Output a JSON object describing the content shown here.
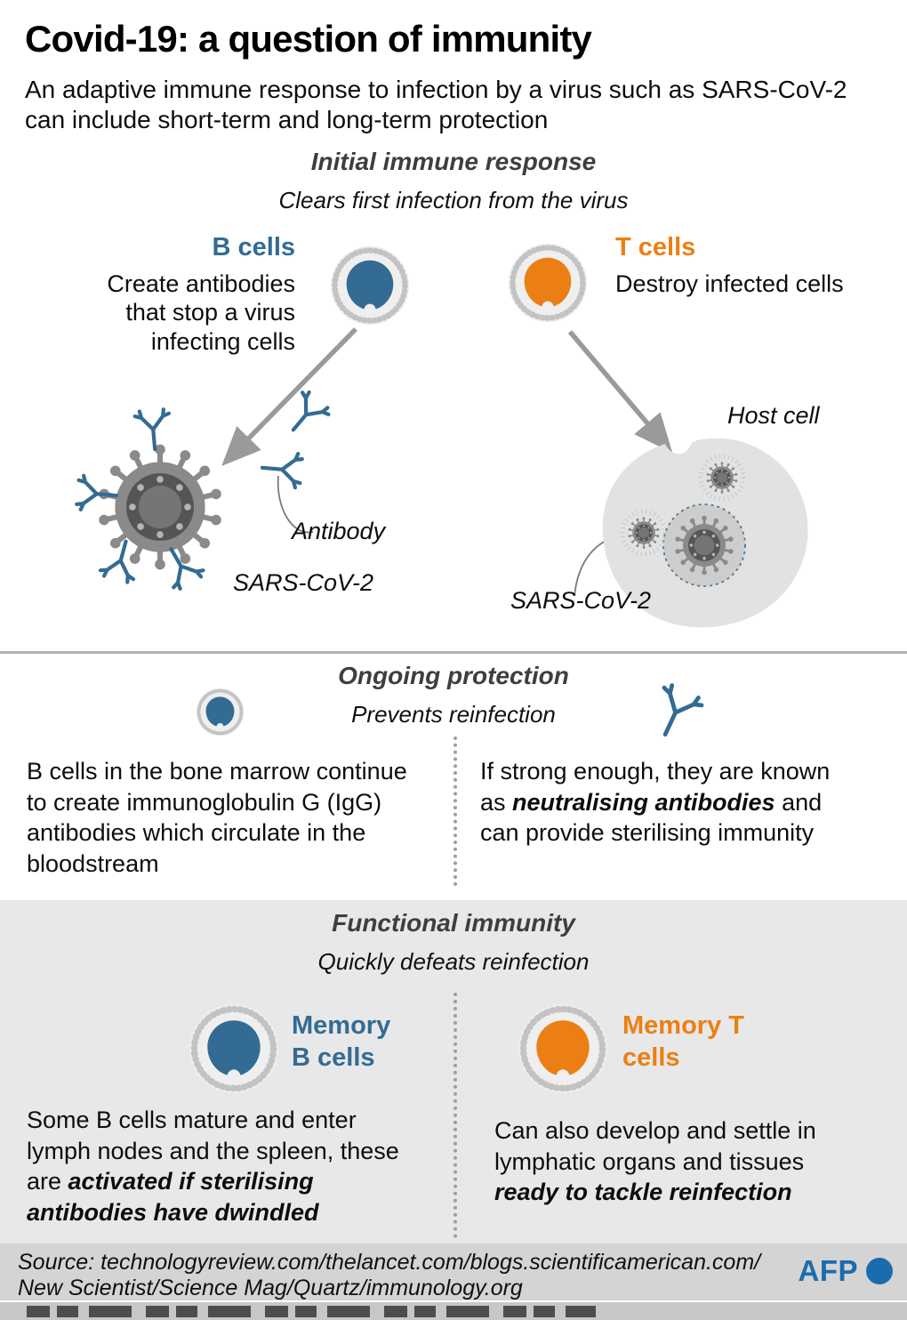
{
  "colors": {
    "blue": "#336b93",
    "orange": "#ec7f13",
    "afp_blue": "#1b6cae",
    "heading_gray": "#3e3e3e",
    "arrow_gray": "#9a9a9a",
    "section_bg": "#e8e8e8",
    "footer_bg": "#d4d4d4"
  },
  "header": {
    "title": "Covid-19: a question of immunity",
    "subtitle": "An adaptive immune response to infection by a virus such as SARS-CoV-2 can include short-term and long-term protection"
  },
  "initial": {
    "title": "Initial immune response",
    "subtitle": "Clears first infection from the virus",
    "b_label": "B cells",
    "b_desc": "Create antibodies that stop a virus infecting cells",
    "t_label": "T cells",
    "t_desc": "Destroy infected cells",
    "antibody_label": "Antibody",
    "sars_label_left": "SARS-CoV-2",
    "host_cell_label": "Host cell",
    "sars_label_right": "SARS-CoV-2"
  },
  "ongoing": {
    "title": "Ongoing protection",
    "subtitle": "Prevents reinfection",
    "left_text": "B cells in the bone marrow continue to create immunoglobulin G (IgG) antibodies which circulate in the bloodstream",
    "right_pre": "If strong enough, they are known as ",
    "right_bold": "neutralising antibodies",
    "right_post": " and can provide sterilising immunity"
  },
  "functional": {
    "title": "Functional immunity",
    "subtitle": "Quickly defeats reinfection",
    "memory_b_label": "Memory B cells",
    "memory_t_label": "Memory T cells",
    "left_pre": "Some B cells mature and enter lymph nodes and the spleen, these are ",
    "left_bold": "activated if sterilising antibodies have dwindled",
    "right_pre": "Can also develop and settle in lymphatic organs and tissues ",
    "right_bold": "ready to tackle reinfection"
  },
  "footer": {
    "source_line1": "Source: technologyreview.com/thelancet.com/blogs.scientificamerican.com/",
    "source_line2": "New Scientist/Science Mag/Quartz/immunology.org",
    "afp_label": "AFP"
  }
}
